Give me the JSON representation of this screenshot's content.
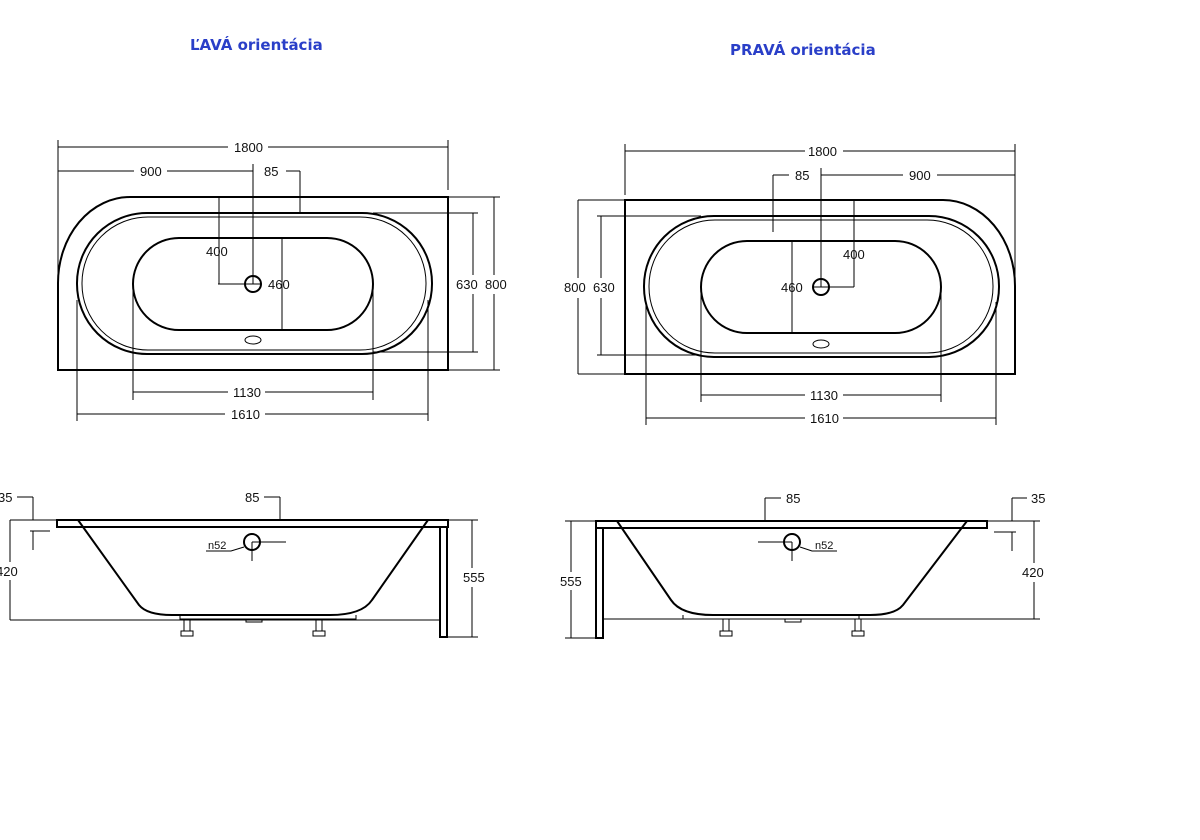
{
  "titles": {
    "left": "ĽAVÁ orientácia",
    "right": "PRAVÁ orientácia"
  },
  "dimensions": {
    "length": "1800",
    "half_length": "900",
    "overflow_offset": "85",
    "drain_offset": "400",
    "inner_bottom_width": "460",
    "inner_bottom_length": "1130",
    "inner_width": "630",
    "outer_width": "800",
    "inner_length": "1610",
    "rim_thickness": "35",
    "depth": "420",
    "total_height": "555",
    "overflow_diameter": "n52"
  },
  "colors": {
    "title": "#2a3fc8",
    "line": "#000000"
  }
}
